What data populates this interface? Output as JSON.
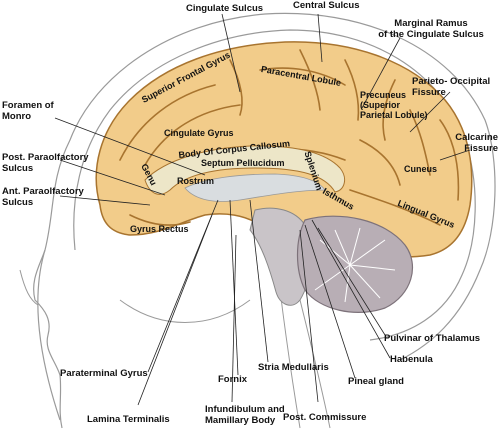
{
  "outside_labels": {
    "cingulate_sulcus": "Cingulate Sulcus",
    "central_sulcus": "Central Sulcus",
    "marginal_ramus": "Marginal Ramus\nof the Cingulate Sulcus",
    "foramen_of_monro": "Foramen of\nMonro",
    "parieto_occipital_fissure": "Parieto- Occipital\nFissure",
    "calcarine_fissure": "Calcarine\nFissure",
    "post_paraolfactory_sulcus": "Post. Paraolfactory\nSulcus",
    "ant_paraolfactory_sulcus": "Ant. Paraolfactory\nSulcus",
    "pulvinar_of_thalamus": "Pulvinar of Thalamus",
    "habenula": "Habenula",
    "paraterminal_gyrus": "Paraterminal Gyrus",
    "stria_medullaris": "Stria Medullaris",
    "fornix": "Fornix",
    "pineal_gland": "Pineal gland",
    "lamina_terminalis": "Lamina Terminalis",
    "infundibulum_mamillary_body": "Infundibulum and\nMamillary Body",
    "post_commissure": "Post. Commissure"
  },
  "inside_labels": {
    "superior_frontal_gyrus": "Superior Frontal Gyrus",
    "paracentral_lobule": "Paracentral Lobule",
    "precuneus": "Precuneus\n(Superior\nParietal Lobule)",
    "cingulate_gyrus": "Cingulate Gyrus",
    "body_of_corpus_callosum": "Body Of Corpus Callosum",
    "septum_pellucidum": "Septum Pellucidum",
    "genu": "Genu",
    "rostrum": "Rostrum",
    "splenium": "Splenium",
    "isthmus": "Isthmus",
    "cuneus": "Cuneus",
    "lingual_gyrus": "Lingual Gyrus",
    "gyrus_rectus": "Gyrus Rectus"
  },
  "colors": {
    "cortex": "#f2cc8a",
    "cortex_dark": "#c9974a",
    "sulcus": "#a8742f",
    "callosum": "#ede6c8",
    "septum": "#d9dde0",
    "cerebellum": "#b8aeb5",
    "brainstem": "#c9c4c8",
    "skull_line": "#8a8a8a",
    "leader": "#222222"
  }
}
